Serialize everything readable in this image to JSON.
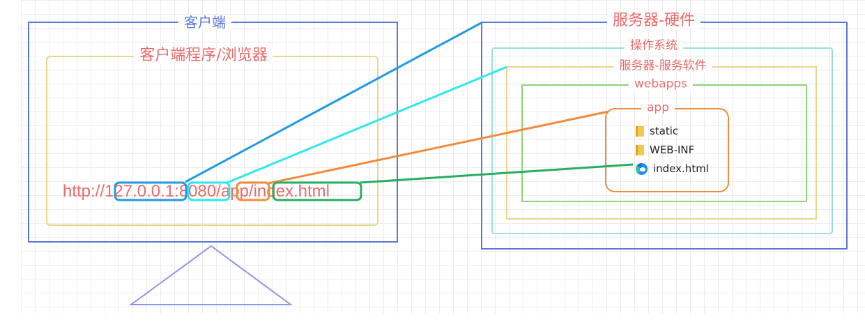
{
  "client": {
    "title": "客户端",
    "program_title": "客户端程序/浏览器",
    "url": {
      "scheme": "http://",
      "host": "127.0.0.1",
      "sep1": ":",
      "port": "8080",
      "sep2": "/",
      "app": "app",
      "sep3": "/",
      "file": "index.html"
    }
  },
  "server": {
    "title": "服务器-硬件",
    "os_title": "操作系统",
    "software_title": "服务器-服务软件",
    "webapps_title": "webapps",
    "app_title": "app",
    "files": [
      {
        "name": "static",
        "icon": "folder-icon"
      },
      {
        "name": "WEB-INF",
        "icon": "folder-icon"
      },
      {
        "name": "index.html",
        "icon": "edge-browser-icon"
      }
    ]
  },
  "colors": {
    "outer_box": "#5b77d9",
    "program_box": "#e8d78a",
    "os_box": "#9adfdf",
    "software_box": "#e8d78a",
    "webapps_box": "#8ed67a",
    "app_box": "#f28b3c",
    "line_host": "#1f9be0",
    "line_port": "#2ee8ee",
    "line_app": "#f28b3c",
    "line_file": "#27ae60",
    "label_text": "#ea6b6b",
    "stand": "#8c96e8"
  }
}
